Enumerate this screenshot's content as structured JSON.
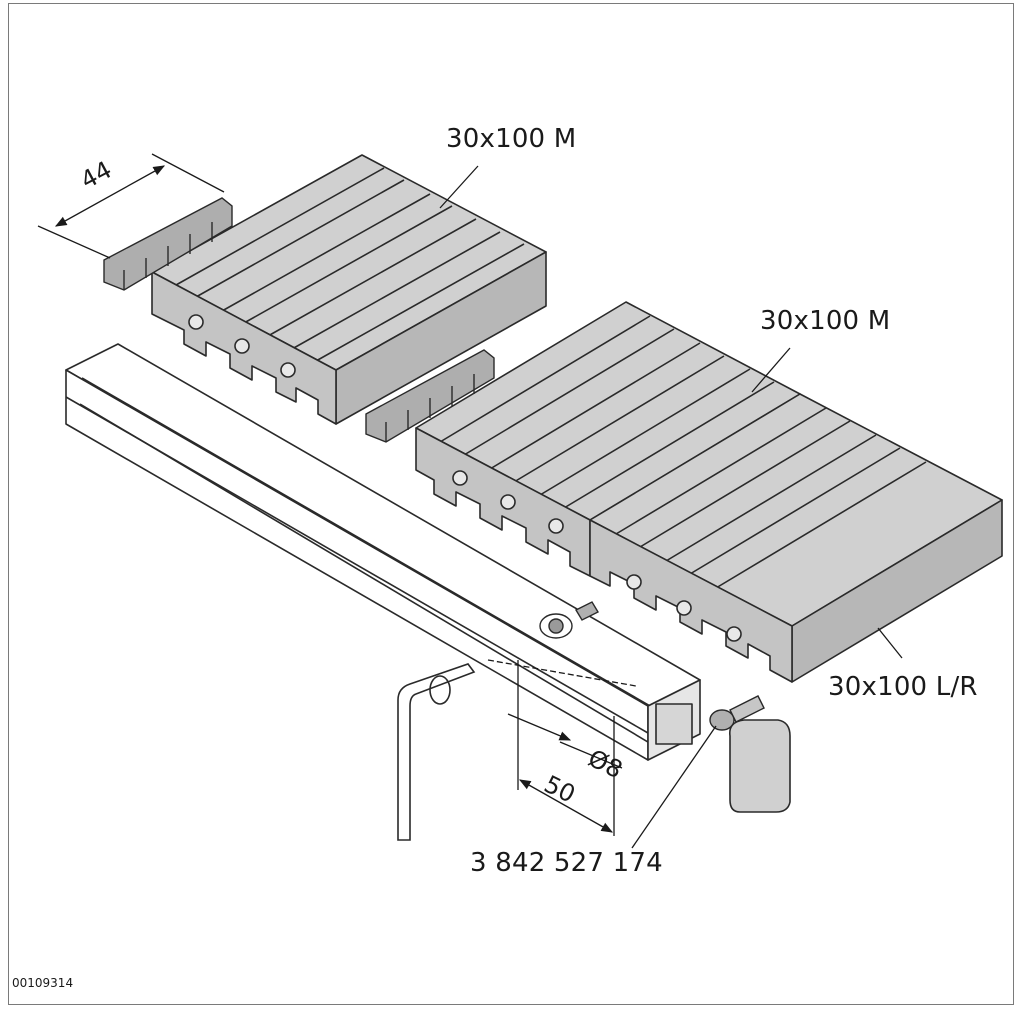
{
  "labels": {
    "profile_top": "30x100 M",
    "profile_middle": "30x100 M",
    "profile_edge": "30x100 L/R",
    "part_number": "3 842 527 174",
    "dim_width": "44",
    "dim_spacing": "50",
    "dim_diameter": "Ø8"
  },
  "drawing_id": "00109314",
  "colors": {
    "profile_top": "#d0d0d0",
    "profile_side": "#b7b7b7",
    "outline": "#2a2a2a",
    "frame": "#7a7a7a"
  }
}
